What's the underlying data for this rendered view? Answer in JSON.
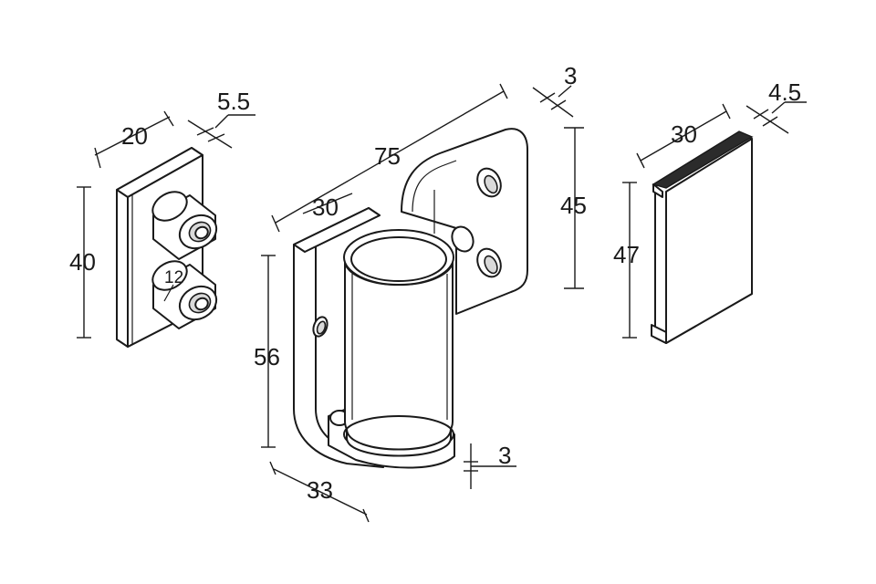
{
  "dimensions": {
    "clip_width": "20",
    "clip_thickness": "5.5",
    "clip_height": "40",
    "pin_diameter": "12",
    "hinge_length": "75",
    "hinge_plate_thickness": "3",
    "hinge_depth": "30",
    "hinge_leaf_height": "45",
    "hinge_body_height": "56",
    "hinge_base_width": "33",
    "hinge_base_gap": "3",
    "cover_width": "30",
    "cover_thickness": "4.5",
    "cover_height": "47"
  },
  "colors": {
    "line": "#1a1a1a",
    "background": "#ffffff",
    "shade": "#d9d9d9"
  }
}
